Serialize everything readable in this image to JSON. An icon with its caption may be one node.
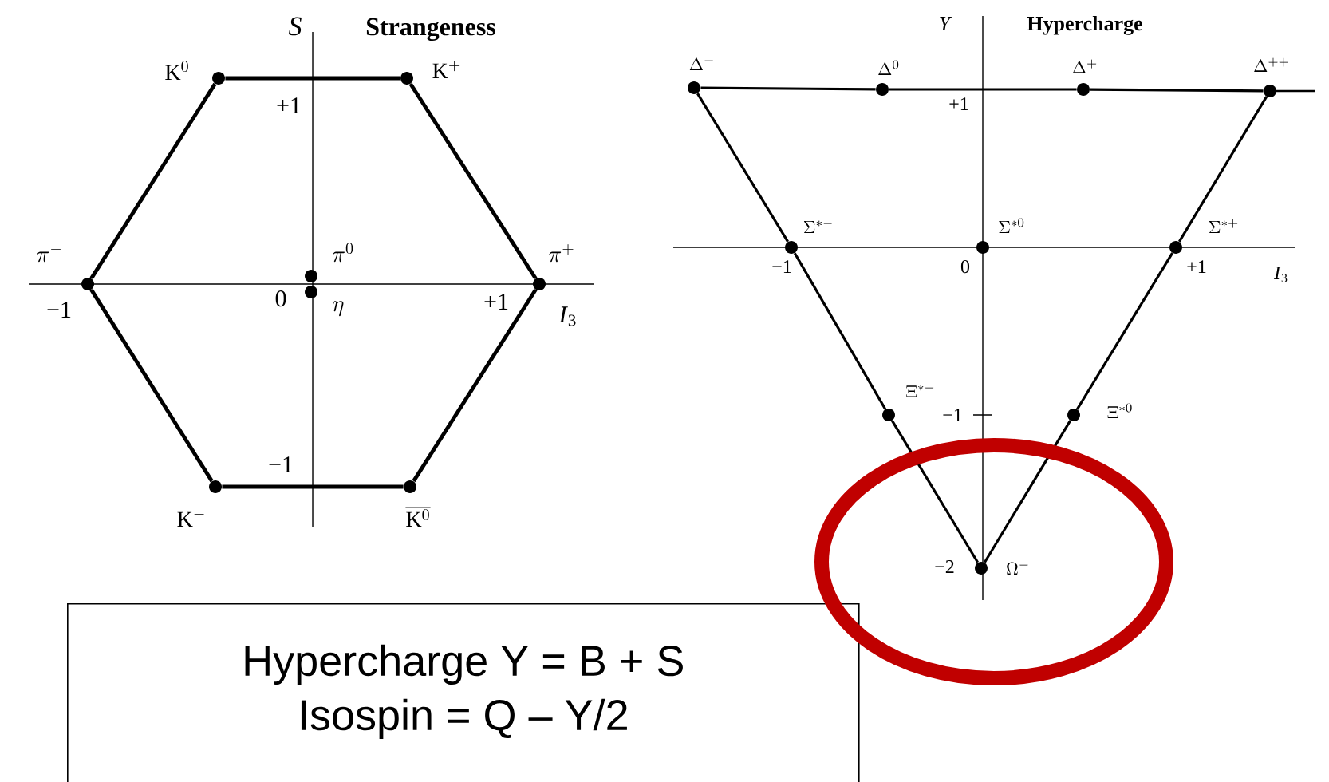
{
  "diagram": {
    "nodes": [
      {
        "text": [
          "\\mathrm{K}^{0}"
        ]
      },
      {
        "text": [
          "\\mathrm{K}^{+}"
        ]
      },
      {
        "text": [
          "\\pi^{-}"
        ]
      },
      {
        "text": [
          "\\pi^{0}"
        ]
      },
      {
        "text": [
          "\\eta"
        ]
      },
      {
        "text": [
          "\\pi^{+}"
        ]
      },
      {
        "text": [
          "\\mathrm{K}^{-}"
        ]
      },
      {
        "text": [
          "\\overline{\\mathrm{K}^{0}}"
        ]
      },
      {
        "text": [
          "\\Delta^{-}"
        ]
      },
      {
        "text": [
          "\\Delta^{0}"
        ]
      },
      {
        "text": [
          "\\Delta^{+}"
        ]
      },
      {
        "text": [
          "\\Delta^{++}"
        ]
      },
      {
        "text": [
          "\\Sigma^{*-}"
        ]
      },
      {
        "text": [
          "\\Sigma^{*0}"
        ]
      },
      {
        "text": [
          "\\Sigma^{*+}"
        ]
      },
      {
        "text": [
          "\\Xi^{*-}"
        ]
      },
      {
        "text": [
          "\\Xi^{*0}"
        ]
      },
      {
        "text": [
          "\\Omega^{-}"
        ]
      },
      {
        "text": [
          "Hypercharge Y = B + S",
          "Isospin = Q – Y/2"
        ]
      }
    ],
    "edges": [
      {
        "from": 0,
        "to": 1,
        "arrow": "none"
      },
      {
        "from": 1,
        "to": 5,
        "arrow": "none"
      },
      {
        "from": 5,
        "to": 7,
        "arrow": "none"
      },
      {
        "from": 7,
        "to": 6,
        "arrow": "none"
      },
      {
        "from": 6,
        "to": 2,
        "arrow": "none"
      },
      {
        "from": 2,
        "to": 0,
        "arrow": "none"
      },
      {
        "from": 8,
        "to": 9,
        "arrow": "none"
      },
      {
        "from": 9,
        "to": 10,
        "arrow": "none"
      },
      {
        "from": 10,
        "to": 11,
        "arrow": "none"
      },
      {
        "from": 8,
        "to": 12,
        "arrow": "none"
      },
      {
        "from": 12,
        "to": 15,
        "arrow": "none"
      },
      {
        "from": 15,
        "to": 17,
        "arrow": "none"
      },
      {
        "from": 17,
        "to": 16,
        "arrow": "none"
      },
      {
        "from": 16,
        "to": 14,
        "arrow": "none"
      },
      {
        "from": 14,
        "to": 11,
        "arrow": "none"
      }
    ],
    "labels": [
      "S",
      "Strangeness",
      "+1",
      "−1",
      "0",
      "+1",
      "*I*$_{3}$",
      "−1",
      "Y",
      "Hypercharge",
      "+1",
      "−1",
      "0",
      "+1",
      "*I*$_{3}$",
      "−1",
      "−2"
    ]
  }
}
